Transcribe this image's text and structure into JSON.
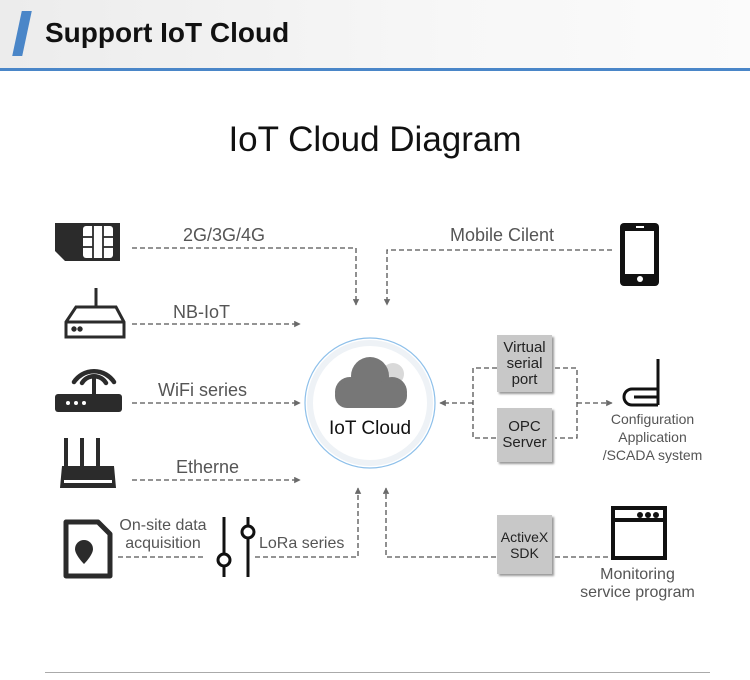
{
  "header": {
    "title": "Support IoT Cloud",
    "accent_color": "#4a86c8"
  },
  "diagram": {
    "title": "IoT Cloud Diagram",
    "center": {
      "label": "IoT Cloud",
      "icon": "cloud-icon"
    },
    "inputs": [
      {
        "label": "2G/3G/4G",
        "icon": "sim-card-icon"
      },
      {
        "label": "NB-IoT",
        "icon": "nb-iot-router-icon"
      },
      {
        "label": "WiFi series",
        "icon": "wifi-router-icon"
      },
      {
        "label": "Etherne",
        "icon": "ethernet-router-icon"
      },
      {
        "label_line1": "On-site data",
        "label_line2": "acquisition",
        "icon": "data-file-icon"
      },
      {
        "label": "LoRa series",
        "icon": "sliders-icon"
      }
    ],
    "mobile": {
      "label": "Mobile Cilent",
      "icon": "smartphone-icon"
    },
    "middleware": {
      "virtual_serial": {
        "line1": "Virtual",
        "line2": "serial",
        "line3": "port"
      },
      "opc": {
        "line1": "OPC",
        "line2": "Server"
      },
      "activex": {
        "line1": "ActiveX",
        "line2": "SDK"
      }
    },
    "scada": {
      "line1": "Configuration",
      "line2": "Application",
      "line3": "/SCADA system",
      "icon": "scada-icon"
    },
    "monitoring": {
      "line1": "Monitoring",
      "line2": "service program",
      "icon": "window-icon"
    },
    "line_color": "#555555",
    "circle_color": "#8ec0ea"
  }
}
